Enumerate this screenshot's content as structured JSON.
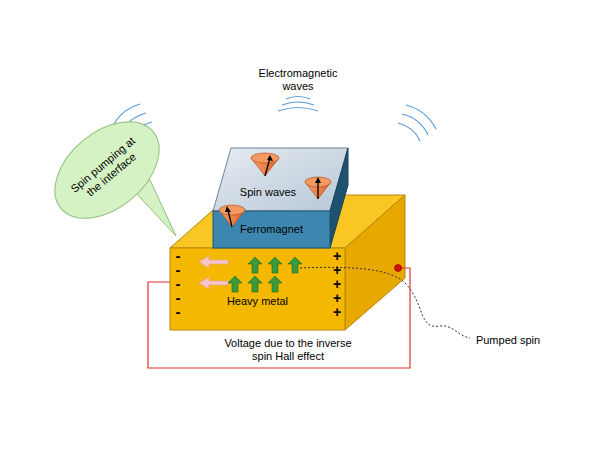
{
  "diagram": {
    "nodes": [
      {
        "text": [
          "Ferromagnet"
        ]
      },
      {
        "text": [
          "Heavy metal"
        ]
      },
      {
        "text": [
          "Spin pumping at the interface"
        ]
      }
    ],
    "labels": [
      "Electromagnetic waves",
      "Spin waves",
      "-",
      "-",
      "-",
      "-",
      "-",
      "+",
      "+",
      "+",
      "+",
      "+",
      "Voltage due to the inverse spin Hall effect",
      "Pumped spin"
    ]
  }
}
